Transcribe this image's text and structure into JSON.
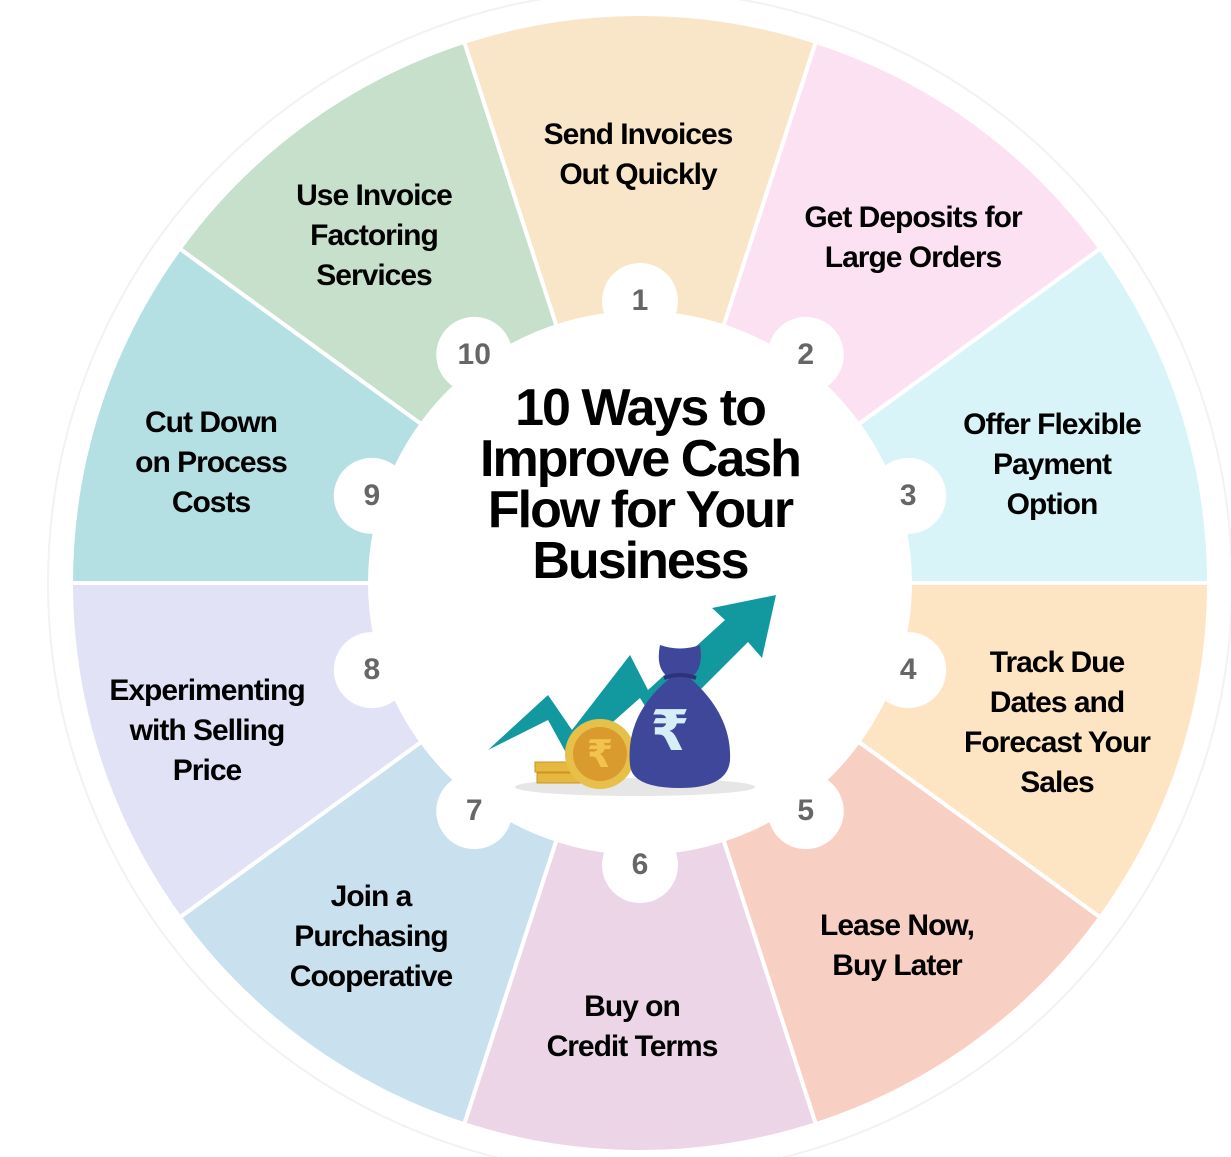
{
  "title_lines": [
    "10 Ways to",
    "Improve Cash",
    "Flow for Your",
    "Business"
  ],
  "segments": [
    {
      "number": "1",
      "lines": [
        "Send Invoices",
        "Out Quickly"
      ],
      "color": "#f9e6c9"
    },
    {
      "number": "2",
      "lines": [
        "Get Deposits for",
        "Large Orders"
      ],
      "color": "#fbe1f2"
    },
    {
      "number": "3",
      "lines": [
        "Offer Flexible",
        "Payment",
        "Option"
      ],
      "color": "#d8f4f8"
    },
    {
      "number": "4",
      "lines": [
        "Track Due",
        "Dates and",
        "Forecast Your",
        "Sales"
      ],
      "color": "#fde5c3"
    },
    {
      "number": "5",
      "lines": [
        "Lease Now,",
        "Buy Later"
      ],
      "color": "#f8cfc3"
    },
    {
      "number": "6",
      "lines": [
        "Buy on",
        "Credit Terms"
      ],
      "color": "#ebd5e6"
    },
    {
      "number": "7",
      "lines": [
        "Join a",
        "Purchasing",
        "Cooperative"
      ],
      "color": "#c9e0ee"
    },
    {
      "number": "8",
      "lines": [
        "Experimenting",
        "with Selling",
        "Price"
      ],
      "color": "#e1e2f5"
    },
    {
      "number": "9",
      "lines": [
        "Cut Down",
        "on Process",
        "Costs"
      ],
      "color": "#b5e0e3"
    },
    {
      "number": "10",
      "lines": [
        "Use Invoice",
        "Factoring",
        "Services"
      ],
      "color": "#c6e0cc"
    }
  ],
  "illustration": {
    "icon": "rupee-money-bag-growth-arrow",
    "arrow_color": "#12999f",
    "bag_color": "#3f479a",
    "coin_color": "#e7b840"
  }
}
